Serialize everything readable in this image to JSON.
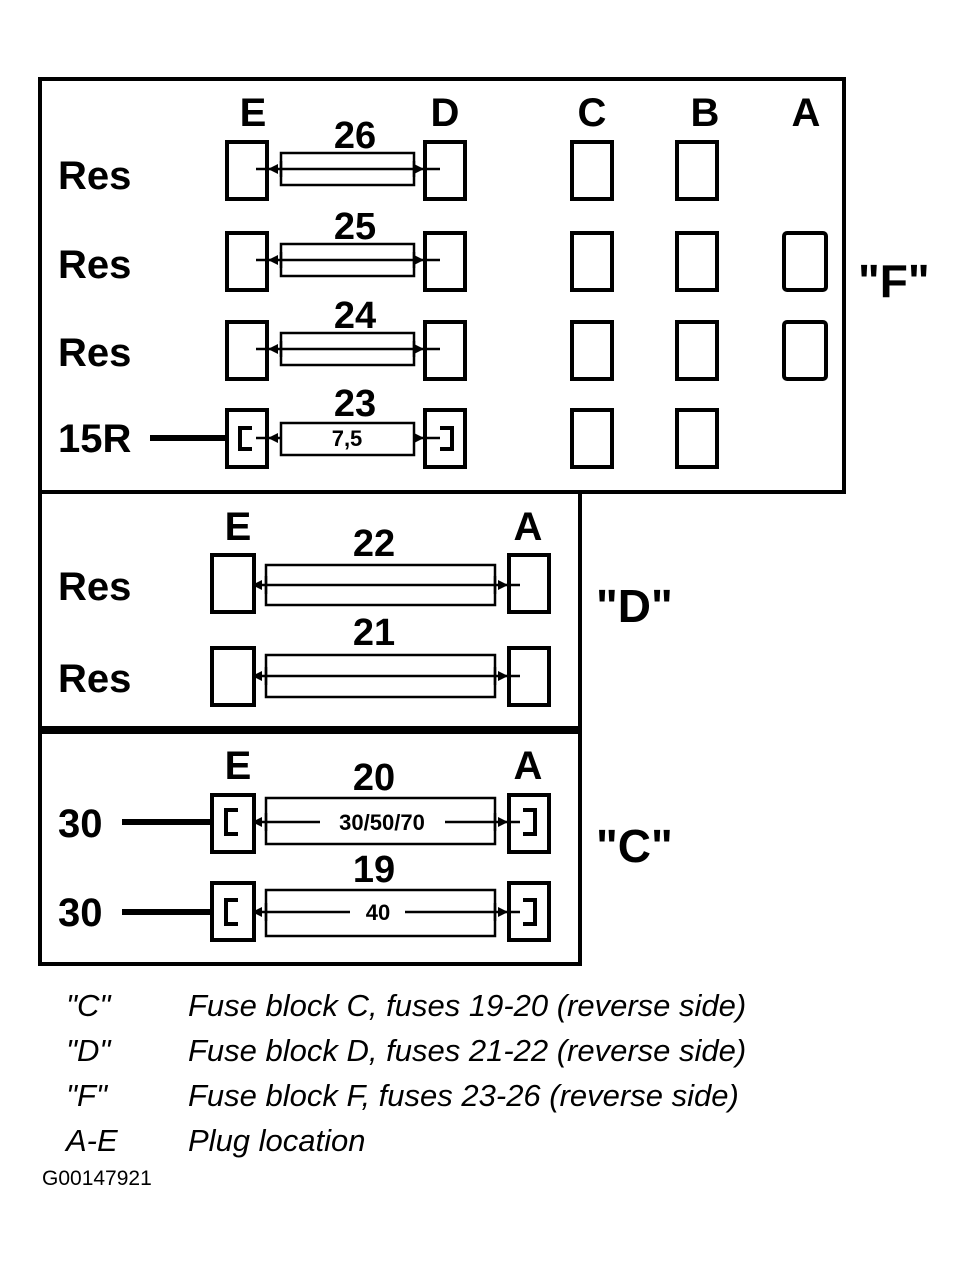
{
  "block_f": {
    "label": "\"F\"",
    "plugs": [
      "E",
      "D",
      "C",
      "B",
      "A"
    ],
    "rows": [
      {
        "terminal": "Res",
        "fuse": "26",
        "rating": ""
      },
      {
        "terminal": "Res",
        "fuse": "25",
        "rating": ""
      },
      {
        "terminal": "Res",
        "fuse": "24",
        "rating": ""
      },
      {
        "terminal": "15R",
        "fuse": "23",
        "rating": "7,5"
      }
    ]
  },
  "block_d": {
    "label": "\"D\"",
    "plugs": [
      "E",
      "A"
    ],
    "rows": [
      {
        "terminal": "Res",
        "fuse": "22",
        "rating": ""
      },
      {
        "terminal": "Res",
        "fuse": "21",
        "rating": ""
      }
    ]
  },
  "block_c": {
    "label": "\"C\"",
    "plugs": [
      "E",
      "A"
    ],
    "rows": [
      {
        "terminal": "30",
        "fuse": "20",
        "rating": "30/50/70"
      },
      {
        "terminal": "30",
        "fuse": "19",
        "rating": "40"
      }
    ]
  },
  "legend": [
    {
      "key": "\"C\"",
      "text": "Fuse block C, fuses 19-20 (reverse side)"
    },
    {
      "key": "\"D\"",
      "text": "Fuse block D, fuses 21-22 (reverse side)"
    },
    {
      "key": "\"F\"",
      "text": "Fuse block F, fuses 23-26 (reverse side)"
    },
    {
      "key": "A-E",
      "text": "Plug location"
    }
  ],
  "reference_code": "G00147921"
}
